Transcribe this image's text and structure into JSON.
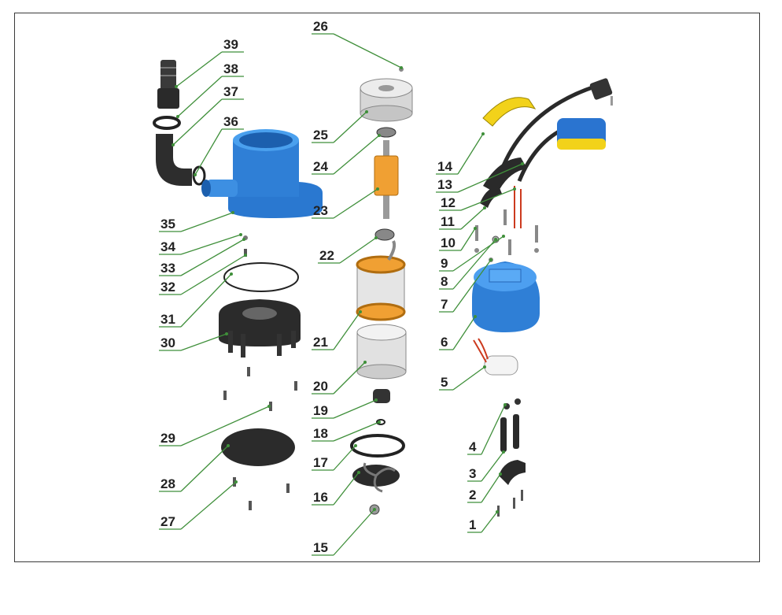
{
  "diagram": {
    "line_color": "#3f8f3a",
    "labels": [
      "1",
      "2",
      "3",
      "4",
      "5",
      "6",
      "7",
      "8",
      "9",
      "10",
      "11",
      "12",
      "13",
      "14",
      "15",
      "16",
      "17",
      "18",
      "19",
      "20",
      "21",
      "22",
      "23",
      "24",
      "25",
      "26",
      "27",
      "28",
      "29",
      "30",
      "31",
      "32",
      "33",
      "34",
      "35",
      "36",
      "37",
      "38",
      "39"
    ]
  },
  "colors": {
    "blue": "#2f7fd6",
    "blue_dark": "#1c5fae",
    "orange": "#f0a033",
    "yellow": "#f2d21a",
    "dark": "#2a2a2a",
    "metal": "#cfcfcf"
  }
}
